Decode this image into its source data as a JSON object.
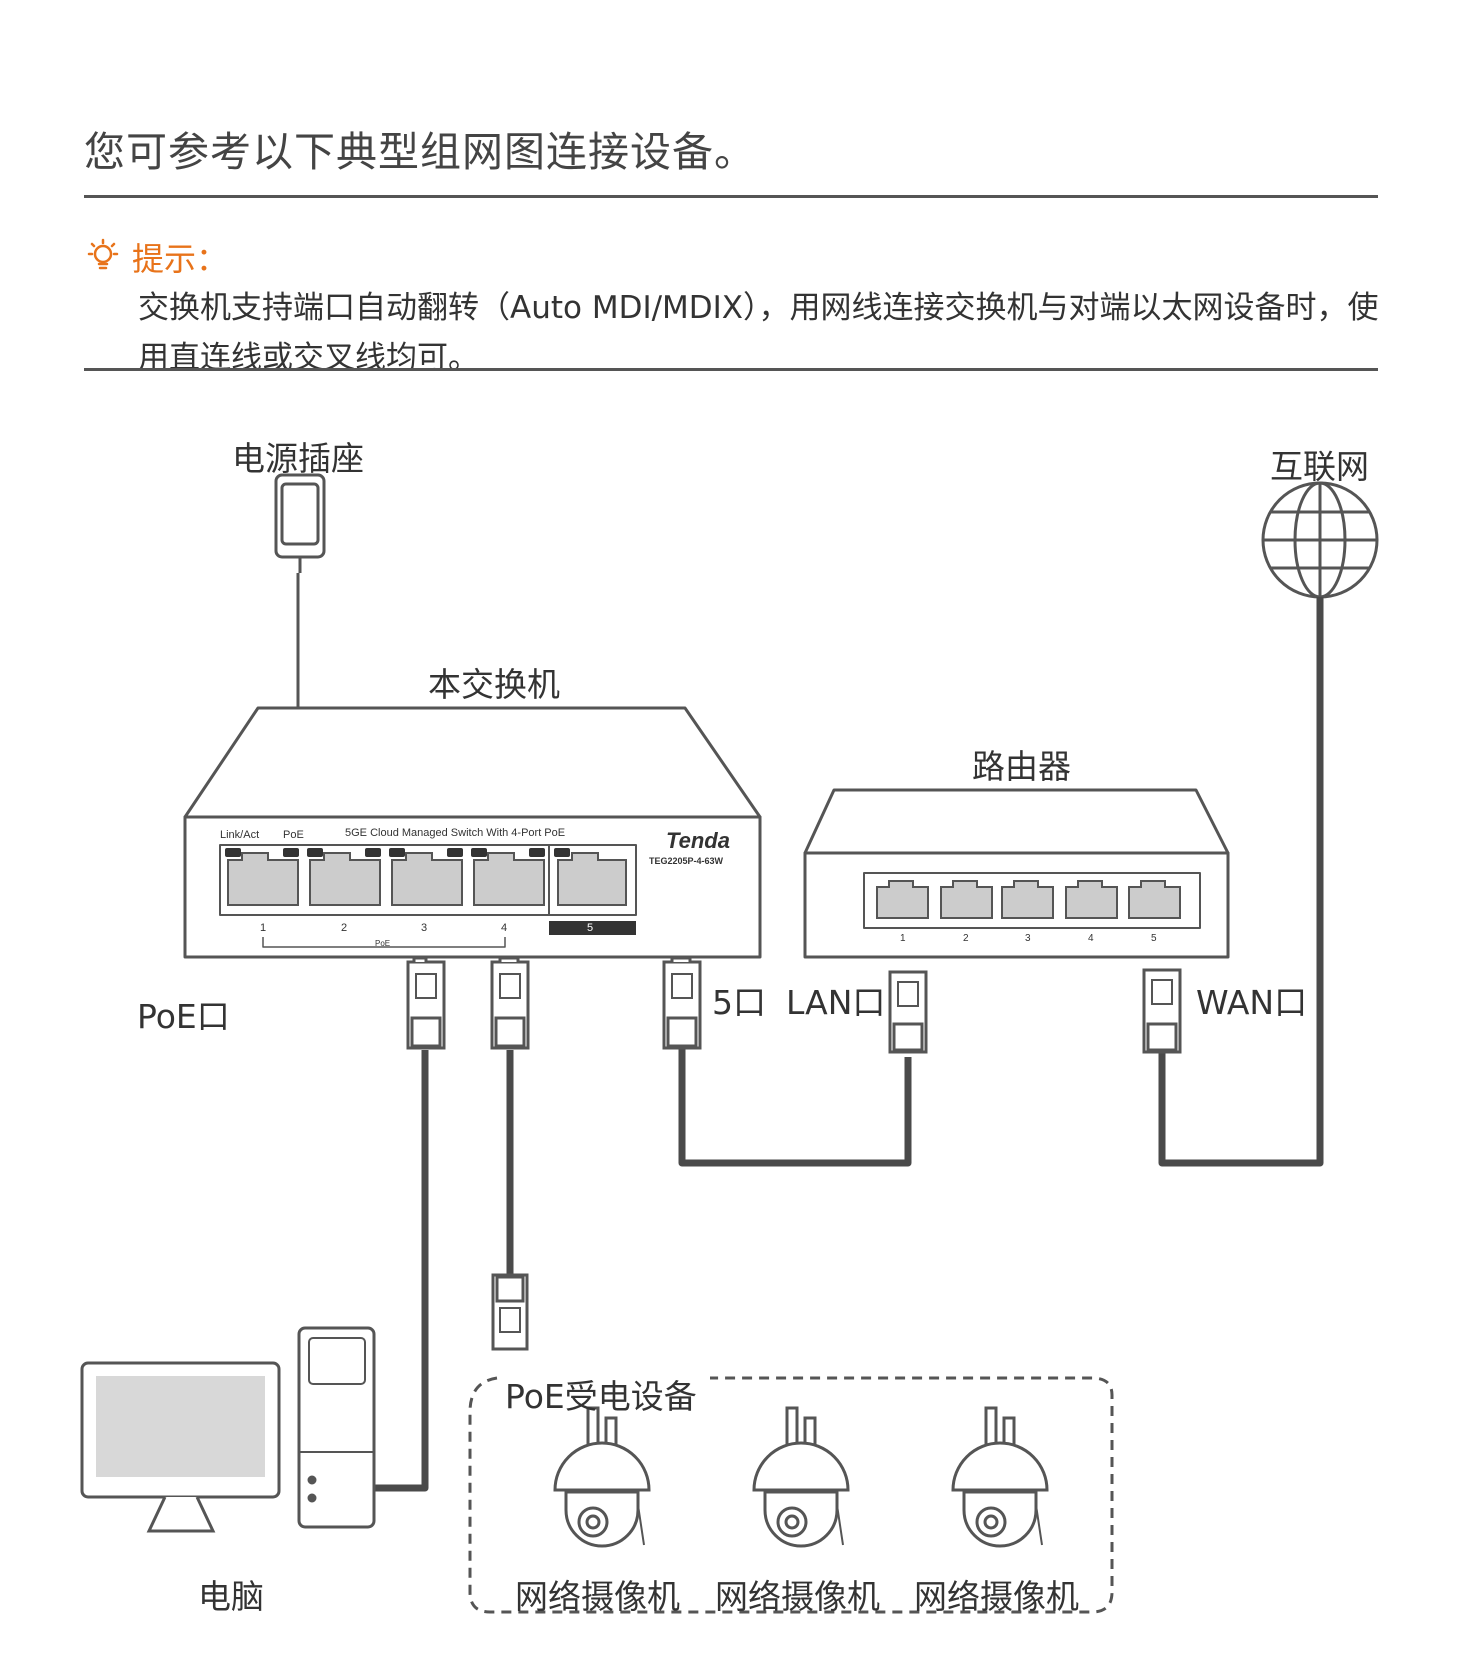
{
  "intro": "您可参考以下典型组网图连接设备。",
  "tip": {
    "label": "提示：",
    "text": "交换机支持端口自动翻转（Auto MDI/MDIX），用网线连接交换机与对端以太网设备时，使用直连线或交叉线均可。"
  },
  "diagram": {
    "power_socket": "电源插座",
    "internet": "互联网",
    "switch_label": "本交换机",
    "router_label": "路由器",
    "poe_port": "PoE口",
    "port5": "5口",
    "lan_port": "LAN口",
    "wan_port": "WAN口",
    "computer": "电脑",
    "poe_devices": "PoE受电设备",
    "cameras": [
      "网络摄像机",
      "网络摄像机",
      "网络摄像机"
    ],
    "switch_panel": {
      "link_act": "Link/Act",
      "poe": "PoE",
      "model_desc": "5GE Cloud Managed Switch With 4-Port PoE",
      "brand": "Tenda",
      "model": "TEG2205P-4-63W",
      "port_numbers": [
        "1",
        "2",
        "3",
        "4",
        "5"
      ],
      "poe_bracket": "PoE"
    },
    "router_port_numbers": [
      "1",
      "2",
      "3",
      "4",
      "5"
    ]
  },
  "colors": {
    "accent": "#e8731a",
    "line": "#555555",
    "cable": "#4a4a4a"
  }
}
